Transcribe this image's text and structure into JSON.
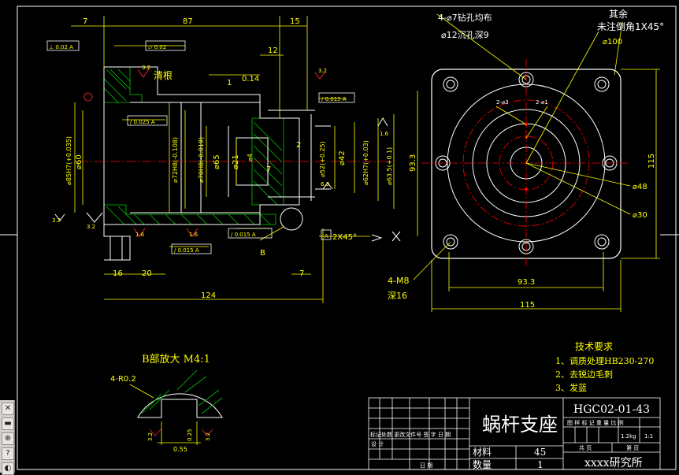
{
  "drawing": {
    "part_name": "蜗杆支座",
    "drawing_no": "HGC02-01-43",
    "institute": "xxxx研究所"
  },
  "front_view": {
    "dims": {
      "len_87": "87",
      "len_15": "15",
      "len_12": "12",
      "len_7_top": "7",
      "len_1": "1",
      "len_16": "16",
      "len_20": "20",
      "len_124": "124",
      "len_7_bottom": "7",
      "dia_60": "⌀60",
      "dia_85": "⌀85H7(+0.035)",
      "dia_72": "⌀72H8(-0.108)",
      "dia_70": "⌀70H8(-0.019)",
      "dia_65": "⌀65",
      "dia_21": "⌀21",
      "dia_4": "⌀4",
      "dia_42": "⌀42",
      "dia_52": "⌀52(+0.25)",
      "dia_62": "⌀62H7(+0.03)",
      "dia_63_5": "⌀63.5(+0.1)",
      "len_2": "2",
      "len_7_mid": "7",
      "angle_chamfer": "2X45°",
      "label_b": "B",
      "note_undercut": "清根",
      "rough_16a": "1.6",
      "rough_16b": "1.6",
      "rough_16c": "1.6",
      "rough_32a": "3.2",
      "rough_32b": "3.2",
      "rough_32c": "3.2",
      "rough_32d": "3.2",
      "rough_63": "6.3",
      "gtol_perp": "⊥ 0.02 A",
      "gtol_flat": "▱ 0.02",
      "gtol_run1": "/ 0.025 A",
      "gtol_run2": "/ 0.015 A",
      "gtol_run3": "/ 0.015 A",
      "gtol_run4": "/ 0.015 A",
      "note_014": "0.14",
      "datum_a": "A"
    }
  },
  "side_view": {
    "holes_note": "4-⌀7钻孔均布",
    "counterbore_note": "⌀12沉孔深9",
    "other_chamfer_1": "其余",
    "other_chamfer_2": "未注倒角1X45°",
    "dia_100": "⌀100",
    "dia_48": "⌀48",
    "dia_30": "⌀30",
    "dim_93_3_v": "93.3",
    "dim_115_v": "115",
    "dim_93_3_h": "93.3",
    "dim_115_h": "115",
    "thread_note": "4-M8",
    "thread_depth": "深16",
    "small_hole_1": "2-⌀3",
    "small_hole_2": "2-⌀1"
  },
  "detail_b": {
    "title": "B部放大    M4:1",
    "radius_note": "4-R0.2",
    "dim_a": "3.2",
    "dim_b": "3.2",
    "dim_c": "0.25",
    "dim_d": "0.55"
  },
  "tech_req": {
    "title": "技术要求",
    "items": [
      "1、调质处理HB230-270",
      "2、去锐边毛刺",
      "3、发蓝"
    ]
  },
  "title_block": {
    "col_headers": "图 样 标 记    重 量    比 例",
    "weight": "1.2kg",
    "scale": "1:1",
    "sheet_total": "共 页",
    "sheet_no": "第 页",
    "revision_headers": "标记处数 更改文件号 签 字 日 期",
    "designer": "设 计",
    "date_label": "日 期",
    "material_label": "材料",
    "material_value": "45",
    "quantity_label": "数量",
    "quantity_value": "1"
  },
  "toolbar": {
    "tools": [
      "✕",
      "▬",
      "⊕",
      "?",
      "◐"
    ]
  },
  "colors": {
    "background": "#000000",
    "outline": "#ffffff",
    "dimension": "#ffff00",
    "center": "#ff0000",
    "hatch": "#00c800",
    "leader": "#ffff00"
  }
}
